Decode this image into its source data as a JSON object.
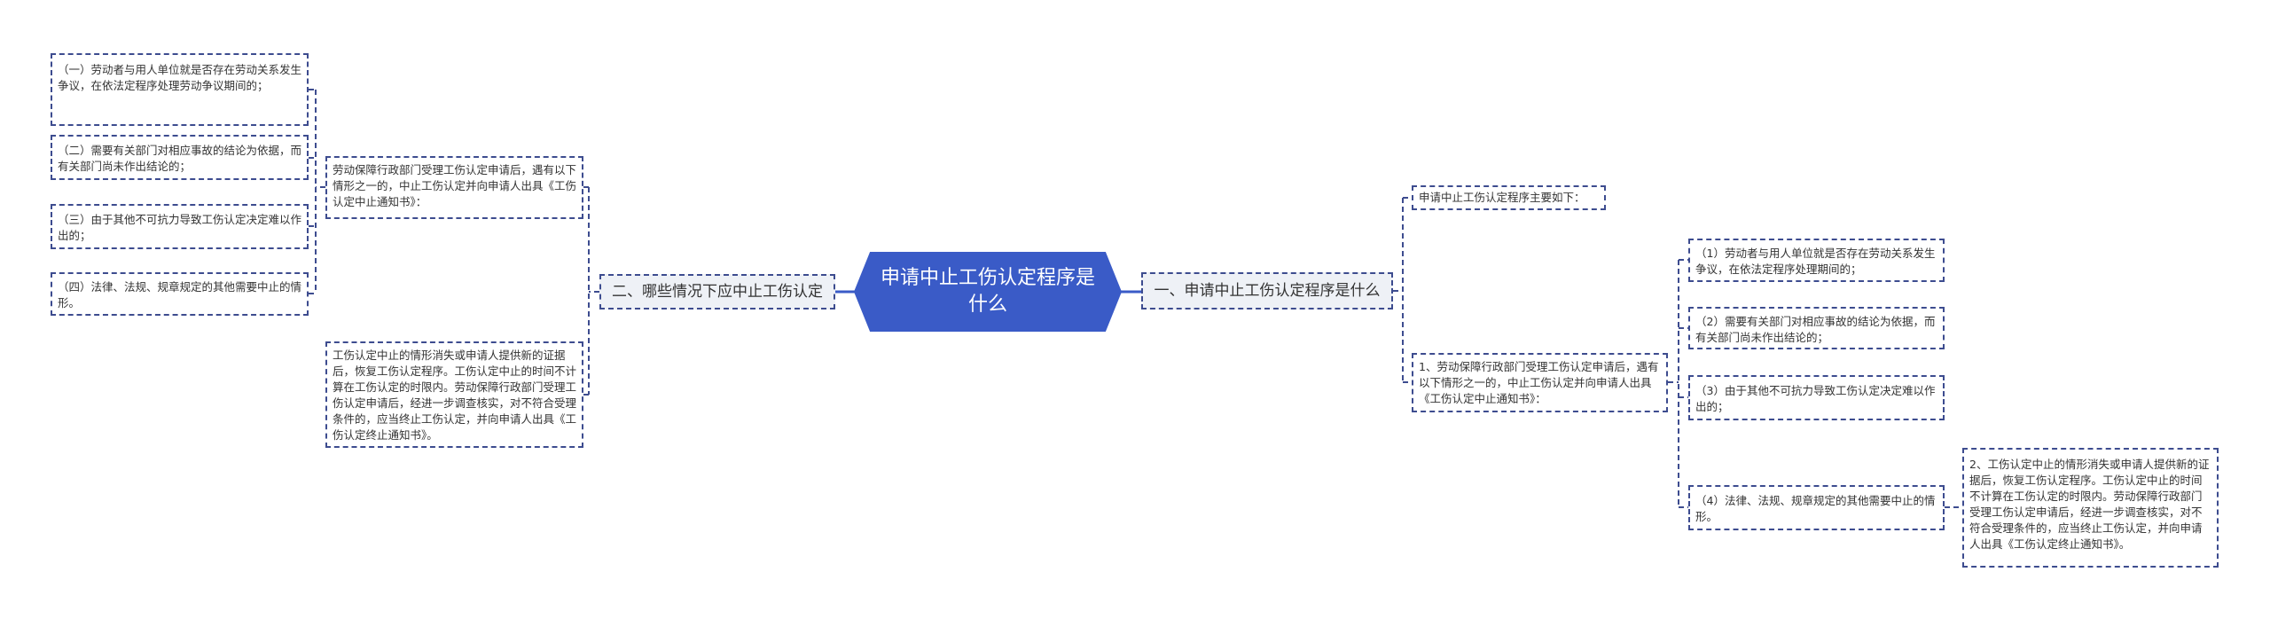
{
  "center": {
    "title": "申请中止工伤认定程序是什么",
    "color": "#3a5bc7"
  },
  "left_branch": {
    "label": "二、哪些情况下应中止工伤认定",
    "children": [
      {
        "text": "劳动保障行政部门受理工伤认定申请后，遇有以下情形之一的，中止工伤认定并向申请人出具《工伤认定中止通知书》：",
        "items": [
          "（一）劳动者与用人单位就是否存在劳动关系发生争议，在依法定程序处理劳动争议期间的；",
          "（二）需要有关部门对相应事故的结论为依据，而有关部门尚未作出结论的；",
          "（三）由于其他不可抗力导致工伤认定决定难以作出的；",
          "（四）法律、法规、规章规定的其他需要中止的情形。"
        ]
      },
      {
        "text": "工伤认定中止的情形消失或申请人提供新的证据后，恢复工伤认定程序。工伤认定中止的时间不计算在工伤认定的时限内。劳动保障行政部门受理工伤认定申请后，经进一步调查核实，对不符合受理条件的，应当终止工伤认定，并向申请人出具《工伤认定终止通知书》。"
      }
    ]
  },
  "right_branch": {
    "label": "一、申请中止工伤认定程序是什么",
    "children": [
      {
        "text": "申请中止工伤认定程序主要如下："
      },
      {
        "text": "1、劳动保障行政部门受理工伤认定申请后，遇有以下情形之一的，中止工伤认定并向申请人出具《工伤认定中止通知书》：",
        "items": [
          "（1）劳动者与用人单位就是否存在劳动关系发生争议，在依法定程序处理期间的；",
          "（2）需要有关部门对相应事故的结论为依据，而有关部门尚未作出结论的；",
          "（3）由于其他不可抗力导致工伤认定决定难以作出的；",
          "（4）法律、法规、规章规定的其他需要中止的情形。"
        ],
        "sub": "2、工伤认定中止的情形消失或申请人提供新的证据后，恢复工伤认定程序。工伤认定中止的时间不计算在工伤认定的时限内。劳动保障行政部门受理工伤认定申请后，经进一步调查核实，对不符合受理条件的，应当终止工伤认定，并向申请人出具《工伤认定终止通知书》。"
      }
    ]
  }
}
